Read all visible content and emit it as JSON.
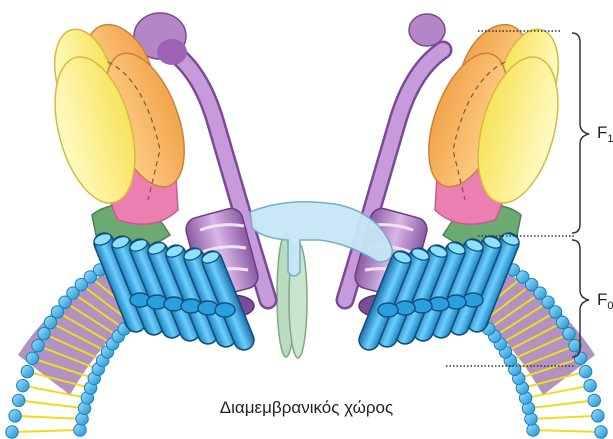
{
  "caption": "Διαμεμβρανικός χώρος",
  "labels": {
    "f1": {
      "main": "F",
      "sub": "1"
    },
    "fo": {
      "main": "F",
      "sub": "0"
    }
  },
  "colors": {
    "membrane_head": "#2fb2e8",
    "membrane_tail": "#f2da1f",
    "membrane_core": "#a47fb6",
    "c_ring": "#3ab3ec",
    "c_ring_dark": "#1b6fa6",
    "stator": "#b486c8",
    "alpha_subunit": "#fff07a",
    "beta_subunit": "#f6b45a",
    "gamma_subunit": "#ec7fb2",
    "delta_subunit": "#6daa71",
    "central_stalk": "#c7e6f4",
    "stalk_leg": "#bcdcc0"
  }
}
